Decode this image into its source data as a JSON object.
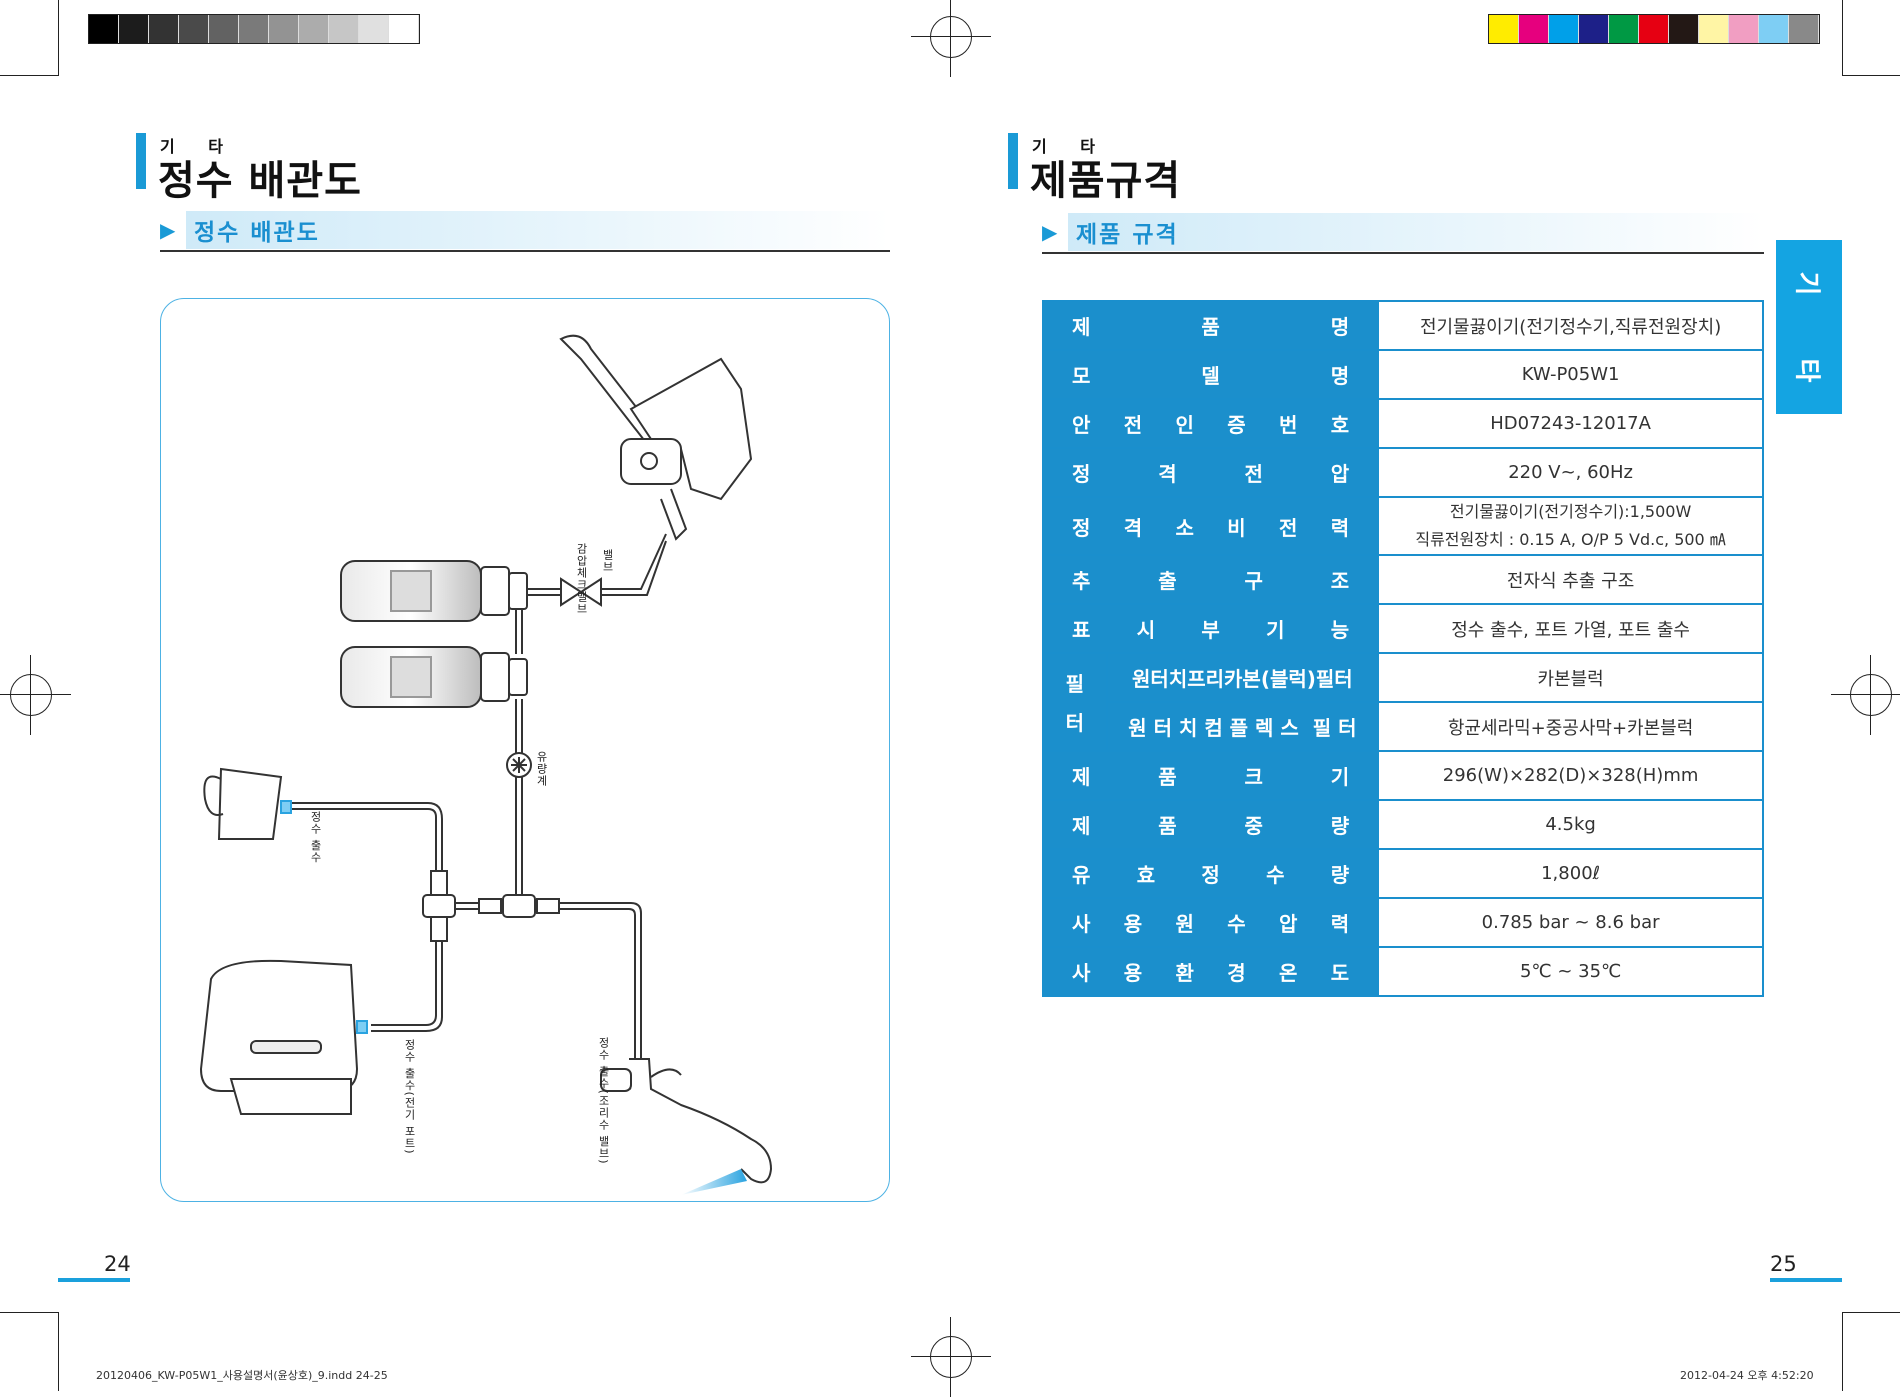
{
  "left_page": {
    "section_small": "기 타",
    "section_title": "정수 배관도",
    "subsection": "정수 배관도",
    "diagram_labels": {
      "check_valve": "감압체크밸브",
      "valve": "밸브",
      "flow_meter": "유량계",
      "cup_outlet": "정수 출수",
      "kettle_outlet": "정수 출수(전기 포트)",
      "faucet_outlet": "정수 출수(조리수 밸브)"
    },
    "page_number": "24"
  },
  "right_page": {
    "section_small": "기 타",
    "section_title": "제품규격",
    "subsection": "제품 규격",
    "side_tab": [
      "기",
      "타"
    ],
    "spec_rows": [
      {
        "label": [
          "제",
          "품",
          "명"
        ],
        "value": "전기물끓이기(전기정수기,직류전원장치)"
      },
      {
        "label": [
          "모",
          "델",
          "명"
        ],
        "value": "KW-P05W1"
      },
      {
        "label": [
          "안",
          "전",
          "인",
          "증",
          "번",
          "호"
        ],
        "value": "HD07243-12017A"
      },
      {
        "label": [
          "정",
          "격",
          "전",
          "압"
        ],
        "value": "220 V~, 60Hz"
      },
      {
        "label": [
          "정",
          "격",
          "소",
          "비",
          "전",
          "력"
        ],
        "value": "전기물끓이기(전기정수기):1,500W",
        "value2": "직류전원장치 : 0.15 A, O/P 5 Vd.c, 500 ㎃"
      },
      {
        "label": [
          "추",
          "출",
          "구",
          "조"
        ],
        "value": "전자식 추출 구조"
      },
      {
        "label": [
          "표",
          "시",
          "부",
          "기",
          "능"
        ],
        "value": "정수 출수, 포트 가열, 포트 출수"
      }
    ],
    "filter_group_label": [
      "필",
      "터"
    ],
    "filter_rows": [
      {
        "label": "원터치프리카본(블럭)필터",
        "value": "카본블럭"
      },
      {
        "label": "원 터 치 컴 플 렉 스  필 터",
        "value": "항균세라믹+중공사막+카본블럭"
      }
    ],
    "spec_rows2": [
      {
        "label": [
          "제",
          "품",
          "크",
          "기"
        ],
        "value": "296(W)×282(D)×328(H)mm"
      },
      {
        "label": [
          "제",
          "품",
          "중",
          "량"
        ],
        "value": "4.5kg"
      },
      {
        "label": [
          "유",
          "효",
          "정",
          "수",
          "량"
        ],
        "value": "1,800ℓ"
      },
      {
        "label": [
          "사",
          "용",
          "원",
          "수",
          "압",
          "력"
        ],
        "value": "0.785 bar ~ 8.6 bar"
      },
      {
        "label": [
          "사",
          "용",
          "환",
          "경",
          "온",
          "도"
        ],
        "value": "5℃ ~ 35℃"
      }
    ],
    "page_number": "25"
  },
  "slug_left": "20120406_KW-P05W1_사용설명서(윤상호)_9.indd   24-25",
  "slug_right": "2012-04-24   오후 4:52:20",
  "colors": {
    "accent": "#1a9ad6",
    "table_header": "#1b8fcc",
    "grays": [
      "#000000",
      "#1c1c1c",
      "#333333",
      "#4a4a4a",
      "#626262",
      "#7a7a7a",
      "#939393",
      "#acacac",
      "#c6c6c6",
      "#e0e0e0",
      "#ffffff"
    ],
    "process": [
      "#ffec00",
      "#e6007e",
      "#00a0e9",
      "#1d2088",
      "#009944",
      "#e60012",
      "#231815",
      "#fff5a5",
      "#f19ec2",
      "#7ecef4",
      "#898989"
    ]
  }
}
